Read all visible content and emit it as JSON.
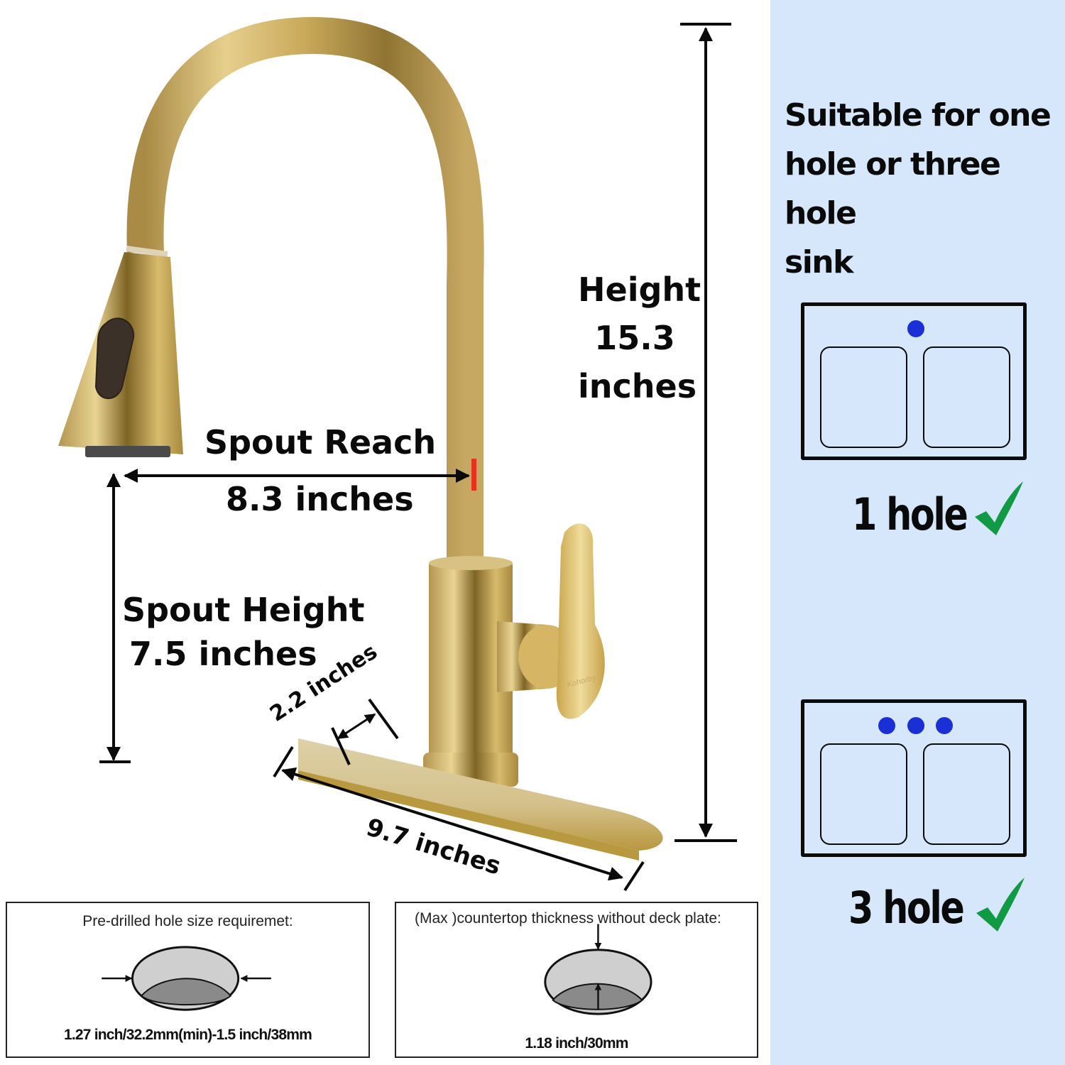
{
  "product": {
    "type": "Pull-down kitchen faucet",
    "finish": "Brushed gold",
    "brand_mark": "Kohorby"
  },
  "dimensions": {
    "height": {
      "title": "Height",
      "value": "15.3",
      "unit": "inches"
    },
    "spout_reach": {
      "title": "Spout Reach",
      "value_text": "8.3 inches"
    },
    "spout_height": {
      "title": "Spout Height",
      "value_text": "7.5 inches"
    },
    "deck_plate_width": {
      "value_text": "2.2 inches"
    },
    "deck_plate_length": {
      "value_text": "9.7 inches"
    }
  },
  "compatibility": {
    "title": "Suitable for one hole or three hole sink",
    "title_lines": [
      "Suitable for one",
      "hole or three hole",
      "sink"
    ],
    "options": [
      {
        "label": "1 hole",
        "holes": 1,
        "check_icon": "check-icon",
        "status": "supported"
      },
      {
        "label": "3 hole",
        "holes": 3,
        "check_icon": "check-icon",
        "status": "supported"
      }
    ]
  },
  "requirements": [
    {
      "title": "Pre-drilled hole size requiremet:",
      "value": "1.27 inch/32.2mm(min)-1.5 inch/38mm",
      "icon": "hole-diameter-icon"
    },
    {
      "title": "(Max )countertop thickness without deck plate:",
      "value": "1.18 inch/30mm",
      "icon": "countertop-thickness-icon"
    }
  ],
  "colors": {
    "panel_bg": "#d6e6fb",
    "hole_blue": "#1a2fd6",
    "check_green": "#119a44",
    "gold": "#c9a95a",
    "marker_red": "#e8321c"
  }
}
